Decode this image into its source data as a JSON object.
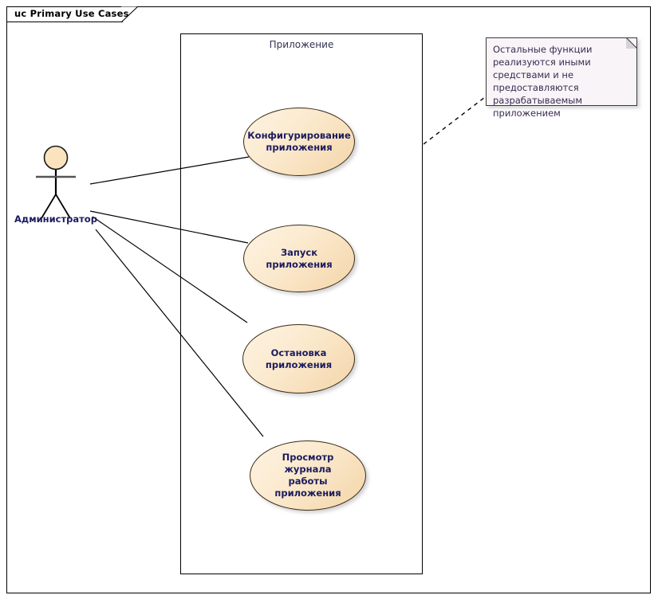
{
  "diagram": {
    "frame_label": "uc Primary Use Cases",
    "type": "uml-use-case-diagram"
  },
  "boundary": {
    "label": "Приложение"
  },
  "actor": {
    "name": "Администратор",
    "icon": "stick-figure-actor-icon"
  },
  "use_cases": [
    {
      "id": "configure",
      "label_line1": "Конфигурирование",
      "label_line2": "приложения"
    },
    {
      "id": "start",
      "label_line1": "Запуск приложения",
      "label_line2": ""
    },
    {
      "id": "stop",
      "label_line1": "Остановка",
      "label_line2": "приложения"
    },
    {
      "id": "view-log",
      "label_line1": "Просмотр журнала",
      "label_line2": "работы приложения"
    }
  ],
  "note": {
    "text": "Остальные функции реализуются иными средствами и не предоставляются разрабатываемым приложением"
  },
  "colors": {
    "usecase_fill_light": "#fdf3e2",
    "usecase_fill_dark": "#f4d5a8",
    "usecase_stroke": "#3a2a12",
    "label_text": "#1b1b5e",
    "note_fill": "#f9f4f7",
    "note_text": "#3a2b52",
    "line": "#000000"
  }
}
